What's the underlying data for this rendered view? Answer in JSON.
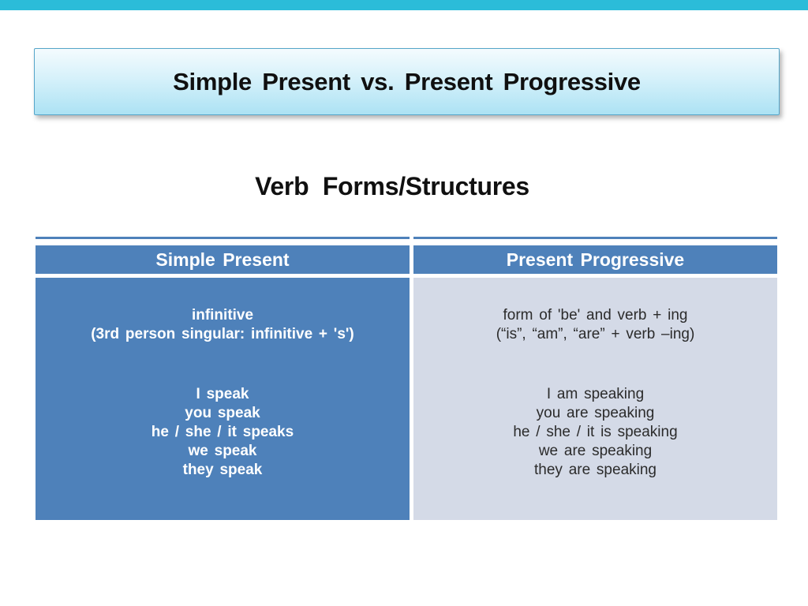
{
  "title_banner": {
    "text": "Simple Present vs. Present Progressive"
  },
  "section_heading": {
    "text": "Verb Forms/Structures"
  },
  "table": {
    "columns": [
      {
        "header": "Simple Present",
        "structure_lines": [
          "infinitive",
          "(3rd person singular: infinitive + 's')"
        ],
        "examples": [
          "I speak",
          "you speak",
          "he / she / it speaks",
          "we speak",
          "they speak"
        ]
      },
      {
        "header": "Present Progressive",
        "structure_lines": [
          "form of 'be' and verb + ing",
          "(“is”, “am”, “are” + verb –ing)"
        ],
        "examples": [
          "I am speaking",
          "you are speaking",
          "he / she / it is speaking",
          "we are speaking",
          "they are speaking"
        ]
      }
    ]
  },
  "colors": {
    "accent_bar": "#2BBCD9",
    "table_blue": "#4E81BA",
    "right_cell_bg": "#D4DAE7",
    "banner_border": "#55A5C9",
    "banner_grad_top": "#F4FBFE",
    "banner_grad_mid": "#D6F1FA",
    "banner_grad_bottom": "#ACE2F4",
    "left_text": "#FFFFFF",
    "right_text": "#2B2B2B"
  }
}
